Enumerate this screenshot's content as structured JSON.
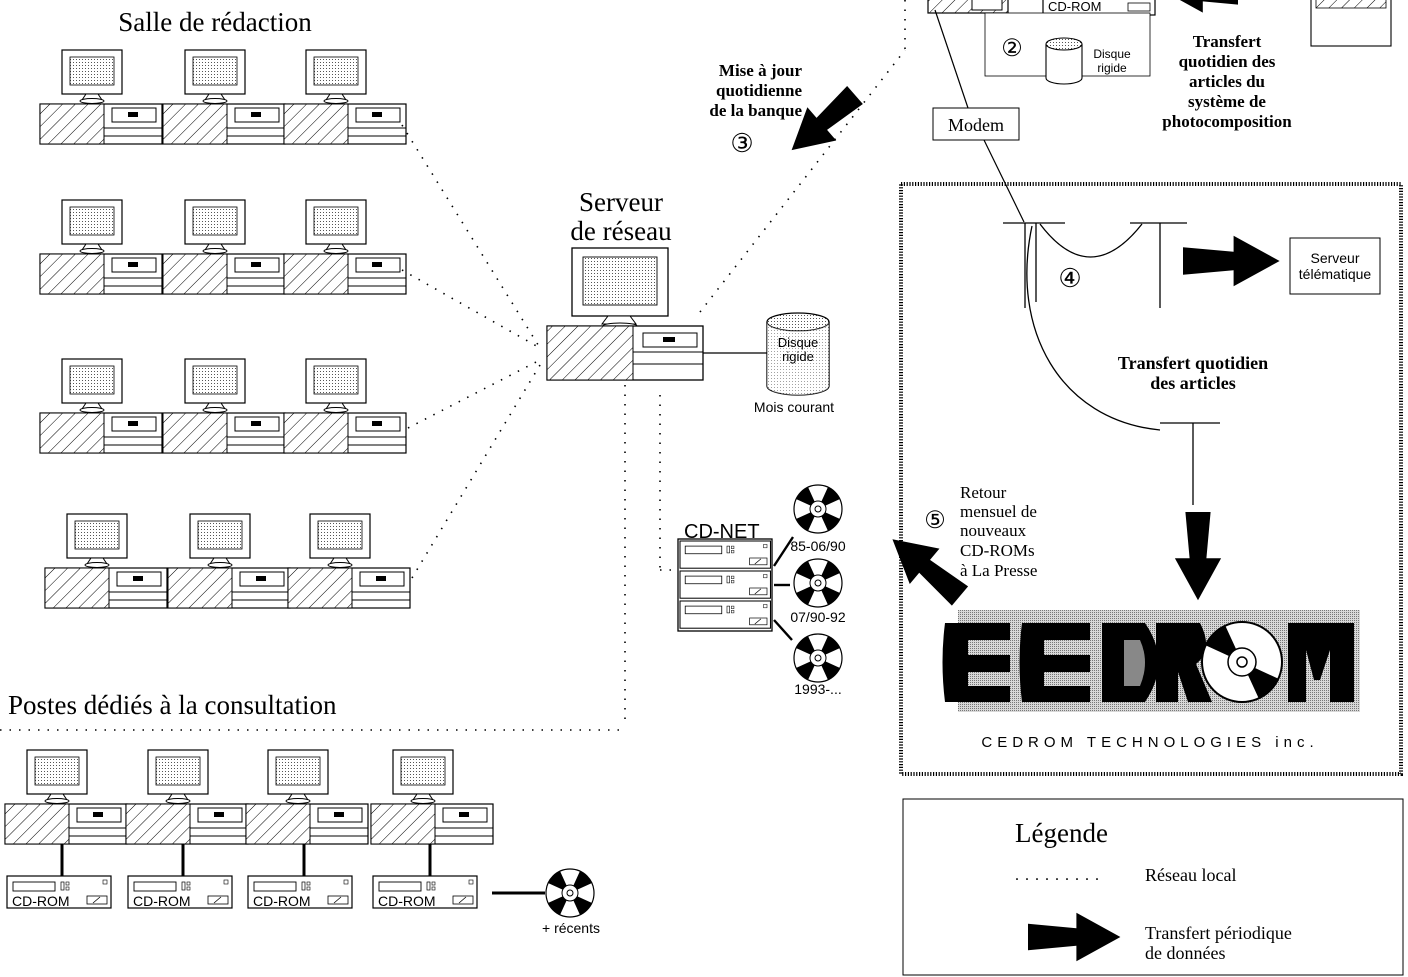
{
  "sections": {
    "newsroom_title": "Salle de rédaction",
    "consultation_title": "Postes dédiés à la consultation"
  },
  "server": {
    "title_line1": "Serveur",
    "title_line2": "de réseau",
    "disk_line1": "Disque",
    "disk_line2": "rigide",
    "disk_caption": "Mois courant"
  },
  "top_system": {
    "cdrom_label": "CD-ROM",
    "step2": "②",
    "disk_line1": "Disque",
    "disk_line2": "rigide",
    "modem_label": "Modem",
    "transfer_lines": [
      "Transfert",
      "quotidien des",
      "articles du",
      "système de",
      "photocomposition"
    ]
  },
  "update": {
    "lines": [
      "Mise à jour",
      "quotidienne",
      "de la banque"
    ],
    "step3": "③"
  },
  "cdnet": {
    "label": "CD-NET",
    "discs": [
      "85-06/90",
      "07/90-92",
      "1993-..."
    ]
  },
  "return_note": {
    "step5": "⑤",
    "lines": [
      "Retour",
      "mensuel de",
      "nouveaux",
      "CD-ROMs",
      "à La Presse"
    ]
  },
  "cedrom_box": {
    "step4": "④",
    "telematic_line1": "Serveur",
    "telematic_line2": "télématique",
    "transfer_line1": "Transfert quotidien",
    "transfer_line2": "des articles",
    "logo_caption": "CEDROM TECHNOLOGIES inc."
  },
  "consultation": {
    "cdrom_label": "CD-ROM",
    "recent_label": "+ récents"
  },
  "legend": {
    "title": "Légende",
    "dots": ". . . . . . . . .",
    "local_network": "Réseau local",
    "transfer_line1": "Transfert périodique",
    "transfer_line2": "de données"
  }
}
